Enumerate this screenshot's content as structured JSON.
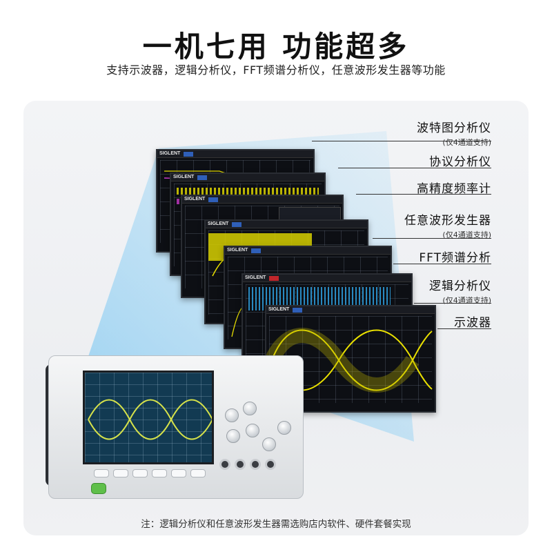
{
  "title": "一机七用 功能超多",
  "subtitle": "支持示波器，逻辑分析仪，FFT频谱分析仪，任意波形发生器等功能",
  "features": [
    {
      "label": "波特图分析仪",
      "note": "(仅4通道支持)"
    },
    {
      "label": "协议分析仪",
      "note": ""
    },
    {
      "label": "高精度频率计",
      "note": ""
    },
    {
      "label": "任意波形发生器",
      "note": "(仅4通道支持)"
    },
    {
      "label": "FFT频谱分析",
      "note": ""
    },
    {
      "label": "逻辑分析仪",
      "note": "(仅4通道支持)"
    },
    {
      "label": "示波器",
      "note": ""
    }
  ],
  "brand": "SIGLENT",
  "footnote": "注：逻辑分析仪和任意波形发生器需选购店内软件、硬件套餐实现",
  "colors": {
    "waveform": "#e9e000",
    "beam": "#7ec8f2",
    "power_button": "#5fbf4a",
    "brand_tag": "#2f5fb8"
  },
  "icons": [
    "power-icon"
  ]
}
